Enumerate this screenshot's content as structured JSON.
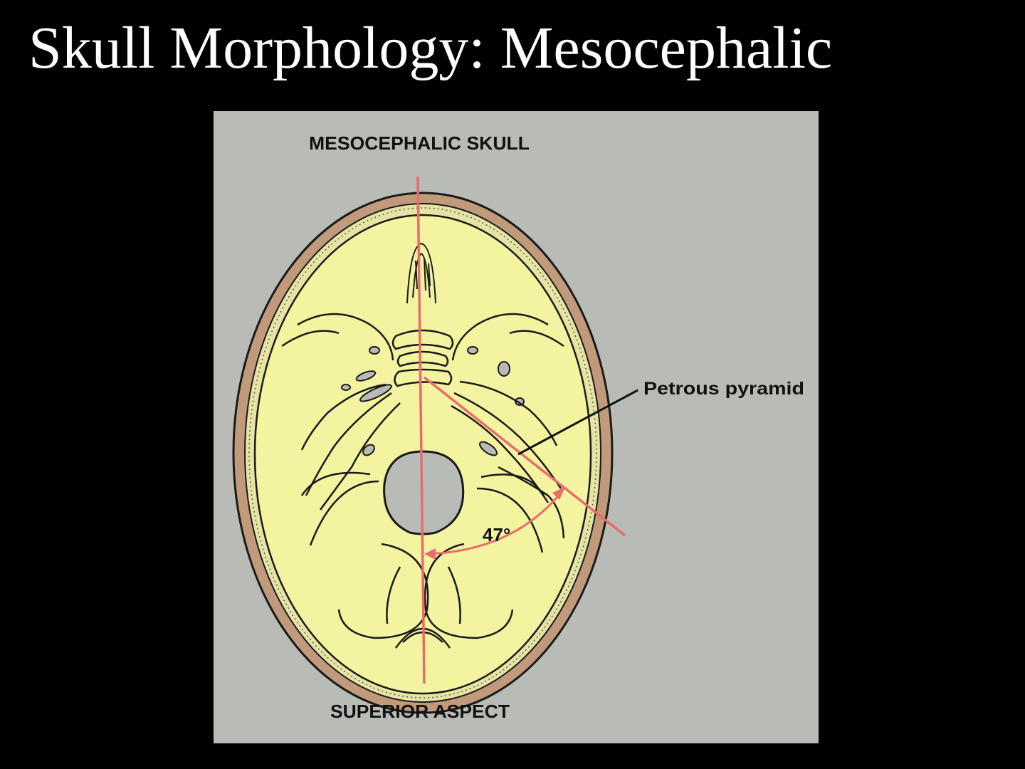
{
  "slide": {
    "title": "Skull Morphology:  Mesocephalic"
  },
  "figure": {
    "heading": "MESOCEPHALIC SKULL",
    "footer": "SUPERIOR ASPECT",
    "callout_label": "Petrous pyramid",
    "angle_label": "47°",
    "petrous_angle_degrees": 47
  },
  "colors": {
    "slide_background": "#000000",
    "title_text": "#ffffff",
    "figure_background": "#b9bcb6",
    "skull_outer_rim": "#c09a7a",
    "cranial_cavity": "#f3f3a0",
    "reference_lines": "#ea6b6b",
    "outline": "#1a1a1a"
  },
  "icons": {
    "angle_arrow": "arrowhead"
  }
}
